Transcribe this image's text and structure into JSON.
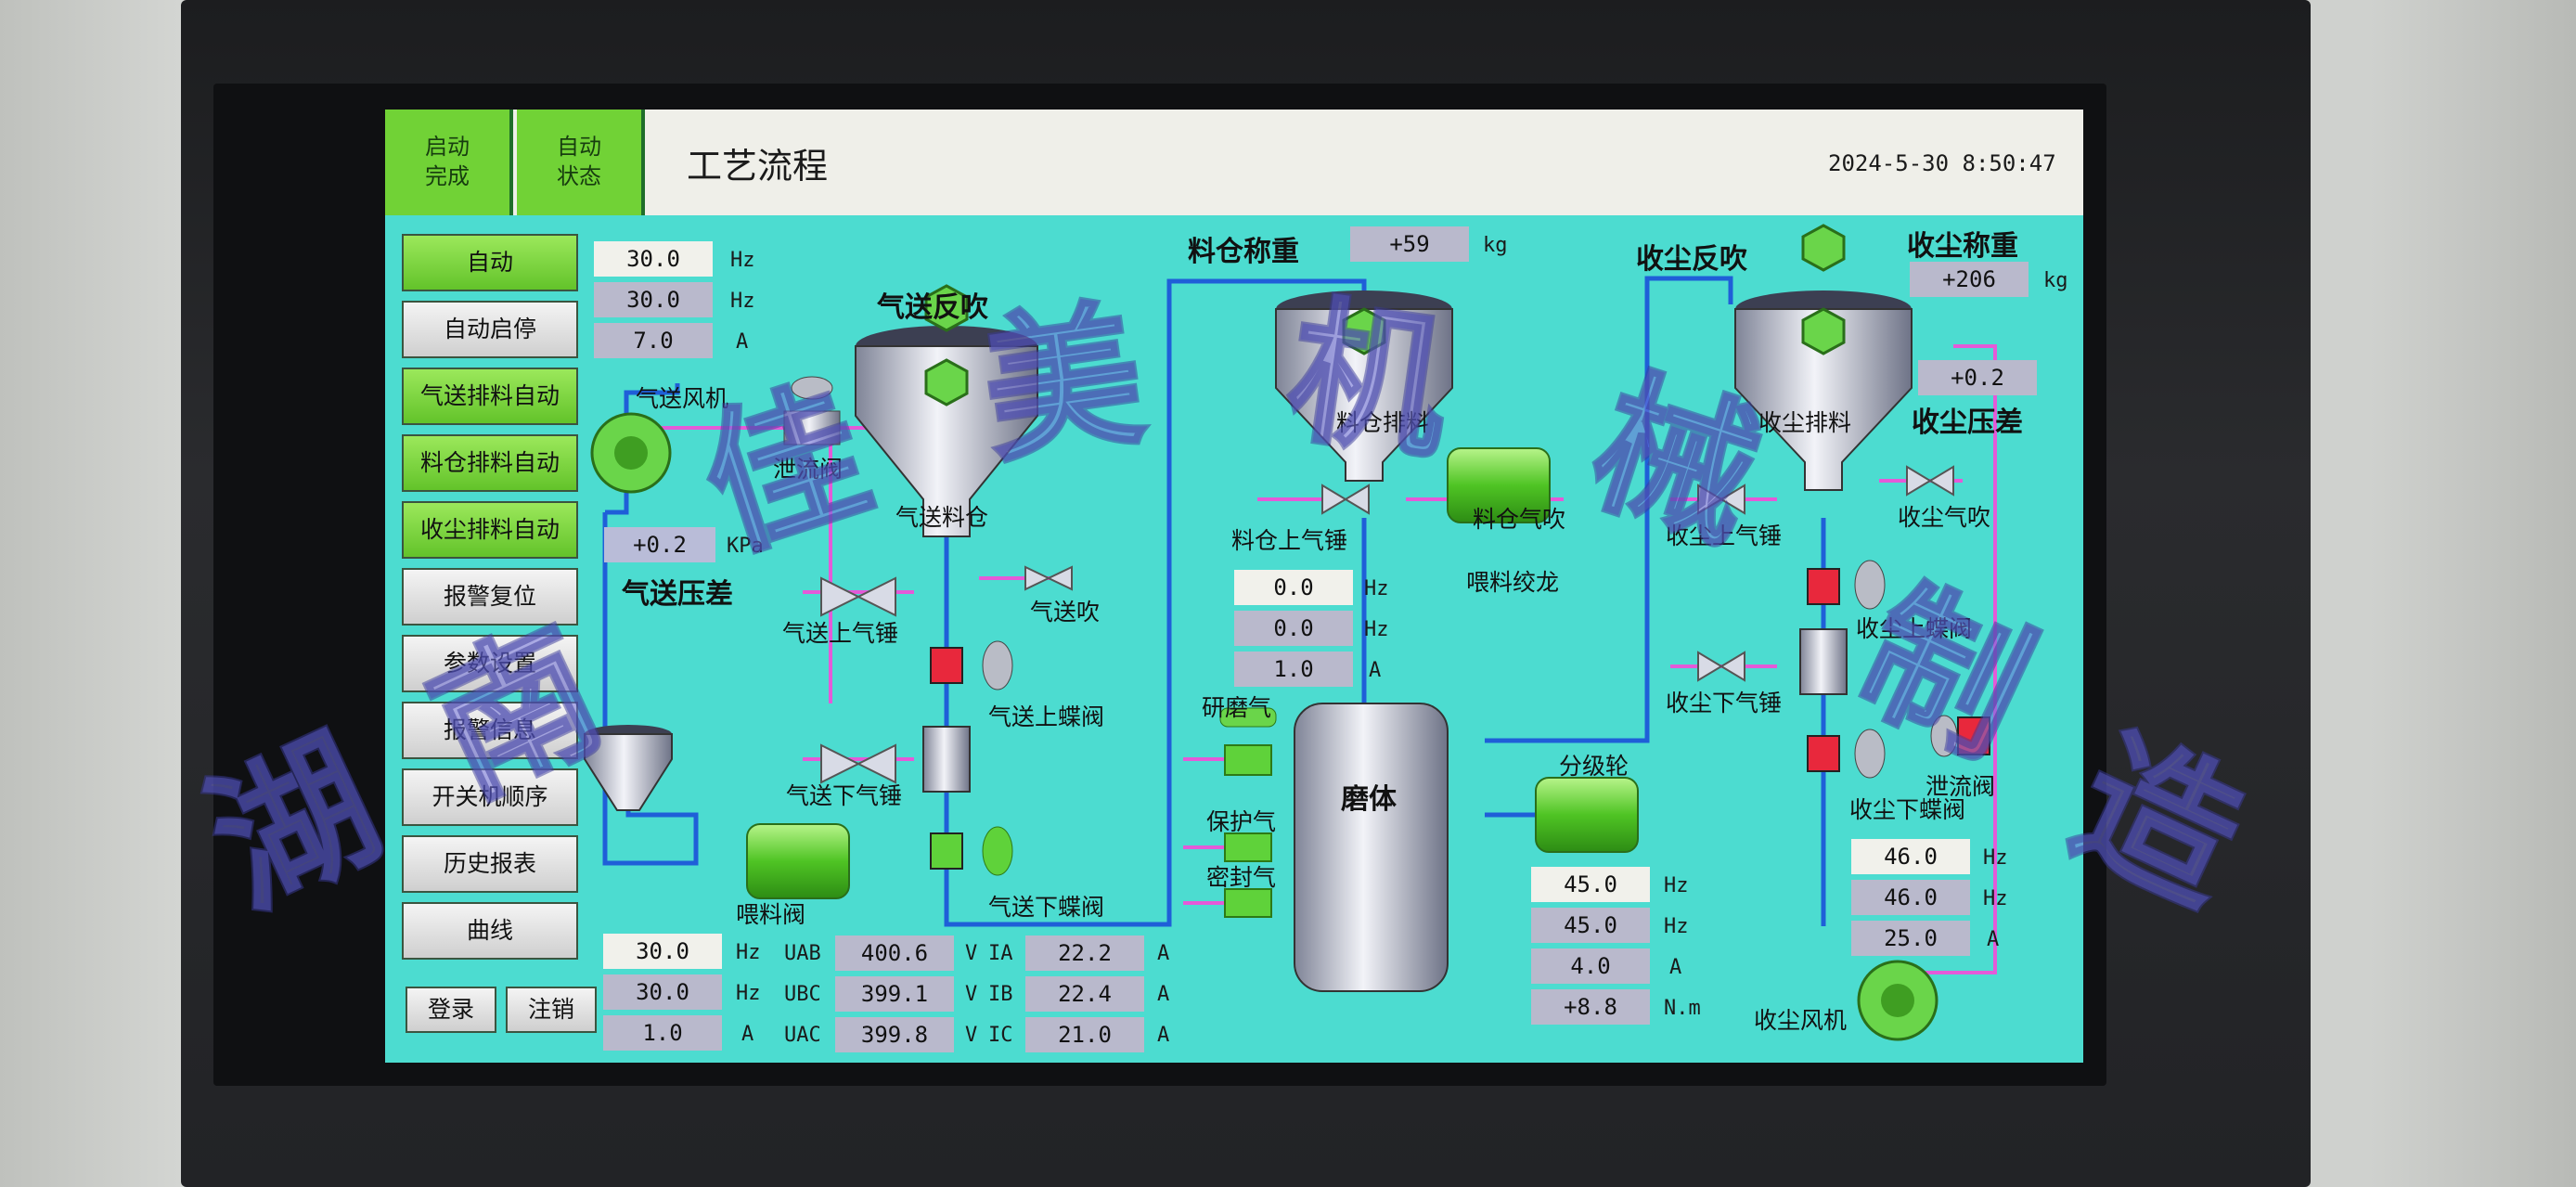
{
  "header": {
    "btn_start_done": [
      "启动",
      "完成"
    ],
    "btn_auto_state": [
      "自动",
      "状态"
    ],
    "title": "工艺流程",
    "datetime": "2024-5-30 8:50:47"
  },
  "menu": {
    "auto": "自动",
    "auto_start_stop": "自动启停",
    "pneumatic_discharge_auto": "气送排料自动",
    "silo_discharge_auto": "料仓排料自动",
    "dust_discharge_auto": "收尘排料自动",
    "alarm_reset": "报警复位",
    "param_settings": "参数设置",
    "alarm_info": "报警信息",
    "power_sequence": "开关机顺序",
    "history_report": "历史报表",
    "curve": "曲线",
    "login": "登录",
    "logout": "注销"
  },
  "blower": {
    "label": "气送风机",
    "set_hz": "30.0",
    "out_hz": "30.0",
    "current": "7.0",
    "unit_hz": "Hz",
    "unit_a": "A"
  },
  "pneumatic": {
    "backblow": "气送反吹",
    "silo": "气送料仓",
    "relief_valve": "泄流阀",
    "upper_hammer": "气送上气锤",
    "blow": "气送吹",
    "lower_hammer": "气送下气锤",
    "upper_butterfly": "气送上蝶阀",
    "lower_butterfly": "气送下蝶阀",
    "pressure_diff_label": "气送压差",
    "pressure_diff": "+0.2",
    "unit_kpa": "KPa"
  },
  "feeder": {
    "label": "喂料阀",
    "set_hz": "30.0",
    "out_hz": "30.0",
    "current": "1.0",
    "unit_hz": "Hz",
    "unit_a": "A"
  },
  "voltage": {
    "uab_label": "UAB",
    "uab": "400.6",
    "ubc_label": "UBC",
    "ubc": "399.1",
    "uac_label": "UAC",
    "uac": "399.8",
    "unit_v": "V",
    "ia_label": "IA",
    "ia": "22.2",
    "ib_label": "IB",
    "ib": "22.4",
    "ic_label": "IC",
    "ic": "21.0",
    "unit_a": "A"
  },
  "silo": {
    "weight_label": "料仓称重",
    "weight": "+59",
    "unit_kg": "kg",
    "discharge": "料仓排料",
    "upper_hammer": "料仓上气锤",
    "blow": "料仓气吹"
  },
  "screw": {
    "label": "喂料绞龙",
    "set_hz": "0.0",
    "out_hz": "0.0",
    "current": "1.0",
    "unit_hz": "Hz",
    "unit_a": "A"
  },
  "mill": {
    "label": "磨体",
    "grind_air": "研磨气",
    "protect_air": "保护气",
    "seal_air": "密封气"
  },
  "classifier": {
    "label": "分级轮",
    "set_hz": "45.0",
    "out_hz": "45.0",
    "current": "4.0",
    "torque": "+8.8",
    "unit_hz": "Hz",
    "unit_a": "A",
    "unit_nm": "N.m"
  },
  "dust": {
    "backblow": "收尘反吹",
    "weight_label": "收尘称重",
    "weight": "+206",
    "unit_kg": "kg",
    "discharge": "收尘排料",
    "pressure_diff": "+0.2",
    "pressure_diff_label": "收尘压差",
    "upper_hammer": "收尘上气锤",
    "blow": "收尘气吹",
    "upper_butterfly": "收尘上蝶阀",
    "lower_hammer": "收尘下气锤",
    "relief_valve": "泄流阀",
    "lower_butterfly": "收尘下蝶阀"
  },
  "dust_fan": {
    "label": "收尘风机",
    "set_hz": "46.0",
    "out_hz": "46.0",
    "current": "25.0",
    "unit_hz": "Hz",
    "unit_a": "A"
  },
  "watermark_text": [
    "湖",
    "南",
    "佳",
    "美",
    "机",
    "械",
    "制",
    "造"
  ],
  "colors": {
    "screen_bg": "#4cdcd0",
    "button_green": "#71d236",
    "pipe_blue": "#1f5fd8",
    "pipe_pink": "#e45ad8",
    "valve_red": "#e8283c",
    "motor_green": "#5fd23a",
    "watermark": "#6f6fd8"
  }
}
